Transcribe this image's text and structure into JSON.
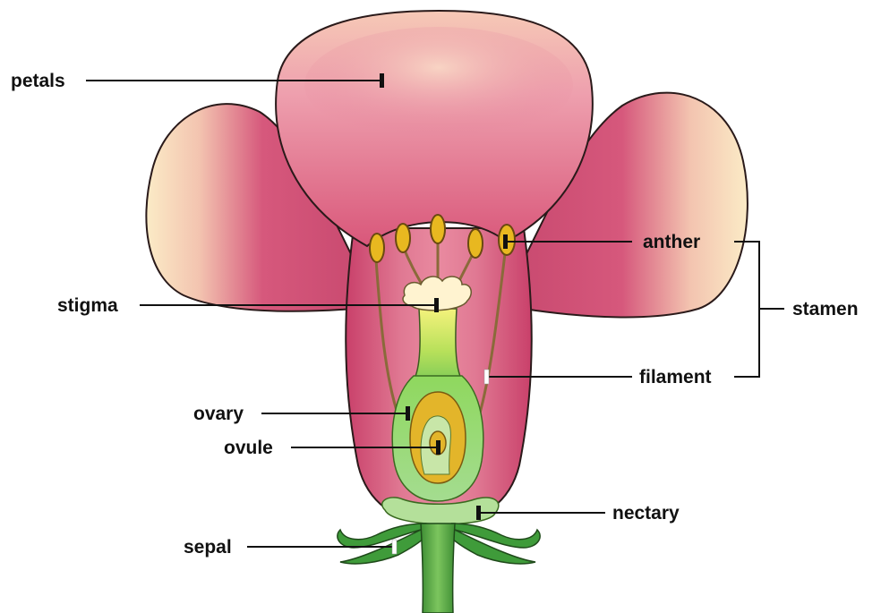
{
  "labels": {
    "petals": "petals",
    "anther": "anther",
    "stamen": "stamen",
    "stigma": "stigma",
    "filament": "filament",
    "ovary": "ovary",
    "ovule": "ovule",
    "nectary": "nectary",
    "sepal": "sepal"
  },
  "colors": {
    "petal_light": "#fbe9c3",
    "petal_pink": "#e78aa0",
    "petal_deep": "#c9406a",
    "petal_outline": "#2a1a1a",
    "anther": "#e8b820",
    "filament": "#8a6a3a",
    "pistil_green": "#7ecb5a",
    "pistil_yellow": "#f2f07a",
    "stigma": "#fff3d0",
    "ovule": "#e3b52a",
    "sepal": "#3f9b3a",
    "stem": "#5fae46",
    "leader_line": "#111111"
  }
}
